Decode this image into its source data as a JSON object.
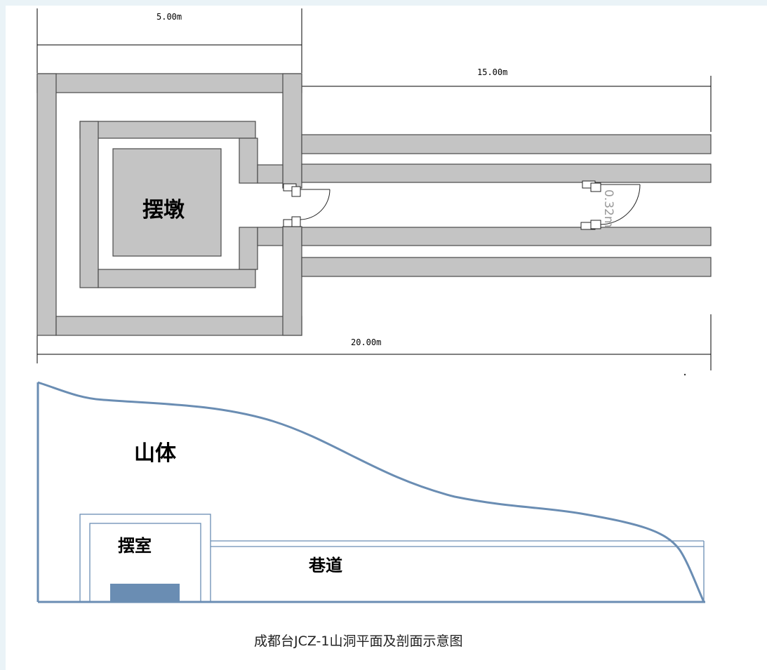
{
  "dimensions": {
    "top_width": "5.00m",
    "tunnel_length": "15.00m",
    "total_length": "20.00m"
  },
  "plan_view": {
    "pier_label": "摆墩",
    "faint_annotation": "0.32m"
  },
  "section_view": {
    "mountain_label": "山体",
    "room_label": "摆室",
    "tunnel_label": "巷道"
  },
  "caption": "成都台JCZ-1山洞平面及剖面示意图",
  "colors": {
    "wall_fill": "#c4c4c4",
    "wall_stroke": "#4a4a4a",
    "profile_line": "#6a8db3",
    "pier_block": "#6a8db3",
    "background": "#ffffff",
    "page_frame": "#eaf3f7"
  }
}
